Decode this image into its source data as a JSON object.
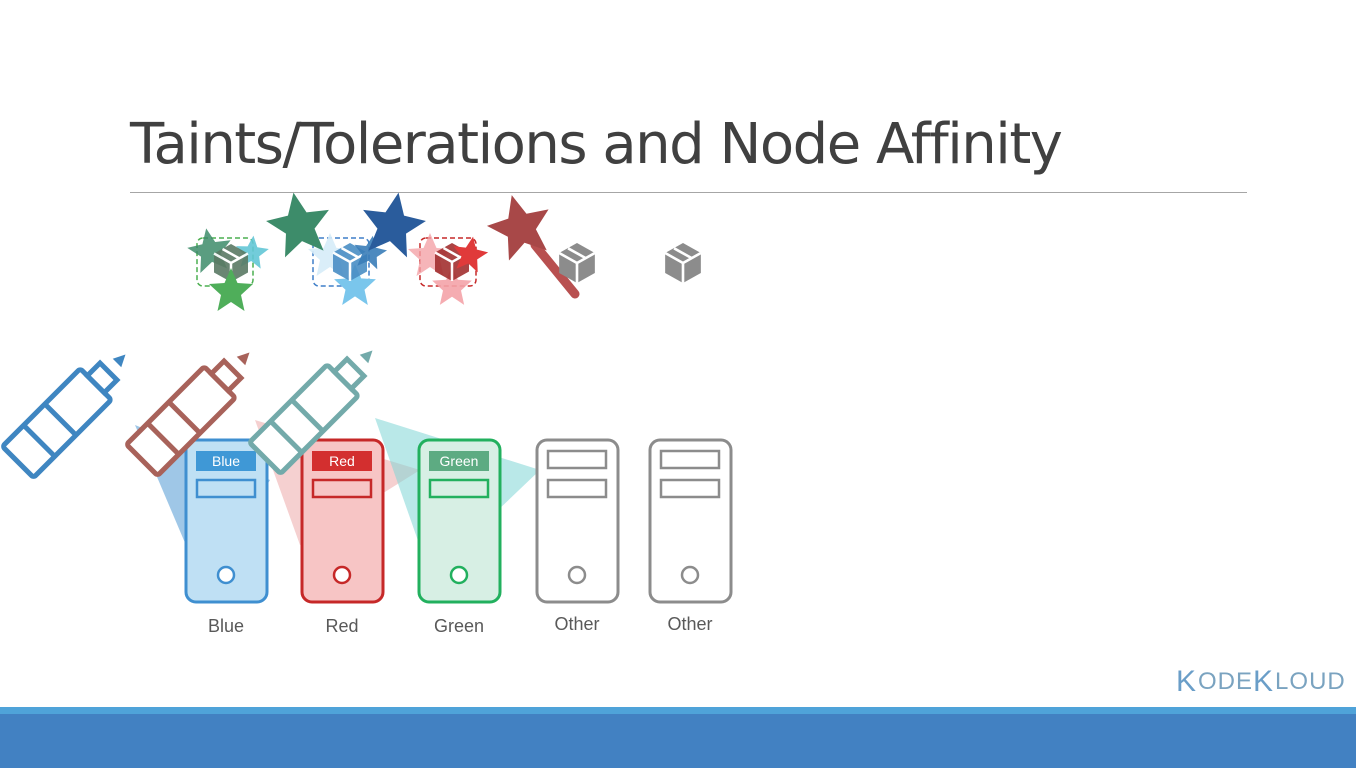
{
  "slide": {
    "title": "Taints/Tolerations and Node Affinity"
  },
  "pods": [
    {
      "color": "green",
      "stroke": "#4caf50"
    },
    {
      "color": "blue",
      "stroke": "#3f7fc8"
    },
    {
      "color": "red",
      "stroke": "#c62828"
    },
    {
      "color": "gray",
      "stroke": "#8c8c8c"
    },
    {
      "color": "gray",
      "stroke": "#8c8c8c"
    }
  ],
  "nodes": [
    {
      "tag": "Blue",
      "label": "Blue",
      "fill": "#bfe0f4",
      "stroke": "#3f8fd0",
      "tag_fill": "#3f98d6"
    },
    {
      "tag": "Red",
      "label": "Red",
      "fill": "#f7c5c5",
      "stroke": "#c62828",
      "tag_fill": "#d32f2f"
    },
    {
      "tag": "Green",
      "label": "Green",
      "fill": "#d7efe4",
      "stroke": "#22b05e",
      "tag_fill": "#5dab82"
    },
    {
      "tag": "",
      "label": "Other",
      "fill": "#ffffff",
      "stroke": "#8c8c8c",
      "tag_fill": ""
    },
    {
      "tag": "",
      "label": "Other",
      "fill": "#ffffff",
      "stroke": "#8c8c8c",
      "tag_fill": ""
    }
  ],
  "spray_colors": [
    "#3f86c1",
    "#a8625a",
    "#73aaaa"
  ],
  "star_colors": {
    "green": "#3d8c6a",
    "blue": "#2a5c9c",
    "red": "#a84848",
    "green_light": "#4fae5a",
    "teal": "#63c6d6",
    "sky": "#7ac6ec",
    "pink": "#f4a3a8",
    "bright_red": "#e03a3a"
  },
  "logo": {
    "k1": "K",
    "rest1": "ODE",
    "k2": "K",
    "rest2": "LOUD"
  }
}
